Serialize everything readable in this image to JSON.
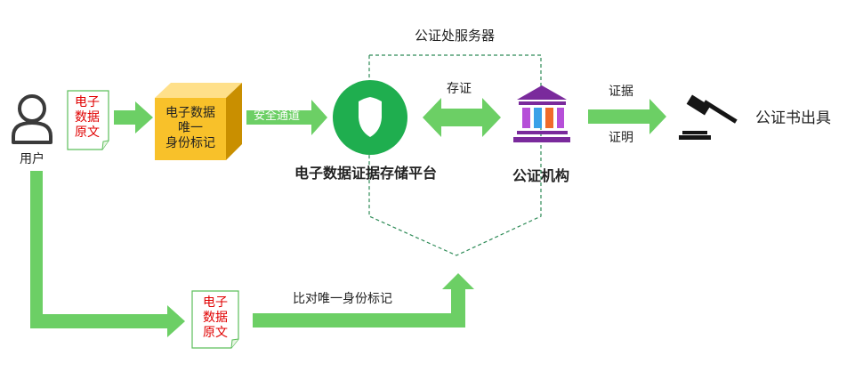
{
  "server": {
    "title": "公证处服务器"
  },
  "user": {
    "label": "用户"
  },
  "doc_top": {
    "line1": "电子",
    "line2": "数据",
    "line3": "原文"
  },
  "doc_bottom": {
    "line1": "电子",
    "line2": "数据",
    "line3": "原文"
  },
  "cube": {
    "line1": "电子数据",
    "line2": "唯一",
    "line3": "身份标记"
  },
  "arrows": {
    "secure_channel": "安全通道",
    "store": "存证",
    "evidence": "证据",
    "proof": "证明",
    "compare": "比对唯一身份标记"
  },
  "platform": {
    "label": "电子数据证据存储平台"
  },
  "notary": {
    "label": "公证机构"
  },
  "output": {
    "label": "公证书出具"
  },
  "icons": [
    "user-icon",
    "document-icon",
    "cube-icon",
    "shield-icon",
    "institution-icon",
    "gavel-icon"
  ],
  "colors": {
    "arrow": "#6ccf65",
    "shield": "#1fae4f",
    "cube": "#f8c12a",
    "doc_text": "#e00000",
    "institution": "#7a2a9c",
    "dashed": "#2e8b57"
  }
}
